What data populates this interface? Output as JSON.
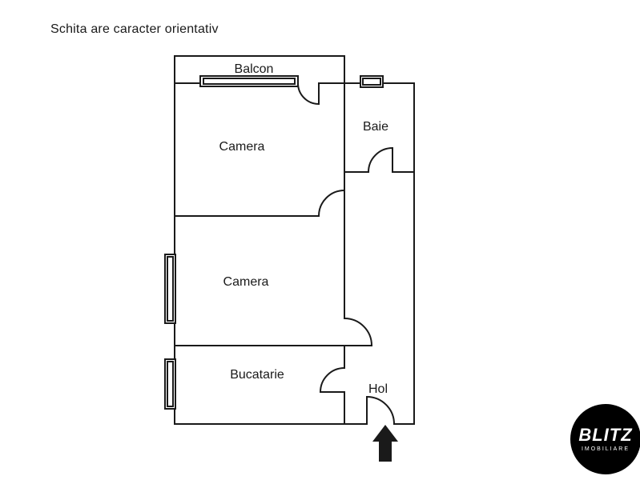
{
  "disclaimer": "Schita are caracter orientativ",
  "floor_plan": {
    "rooms": {
      "balcon": {
        "label": "Balcon"
      },
      "camera_top": {
        "label": "Camera"
      },
      "baie": {
        "label": "Baie"
      },
      "camera_middle": {
        "label": "Camera"
      },
      "bucatarie": {
        "label": "Bucatarie"
      },
      "hol": {
        "label": "Hol"
      }
    },
    "entrance_indicator": "up-arrow"
  },
  "logo": {
    "brand": "BLITZ",
    "subtitle": "IMOBILIARE",
    "bg_color": "#000000",
    "text_color": "#ffffff"
  },
  "colors": {
    "background": "#ffffff",
    "wall": "#1a1a1a",
    "text": "#1a1a1a"
  }
}
